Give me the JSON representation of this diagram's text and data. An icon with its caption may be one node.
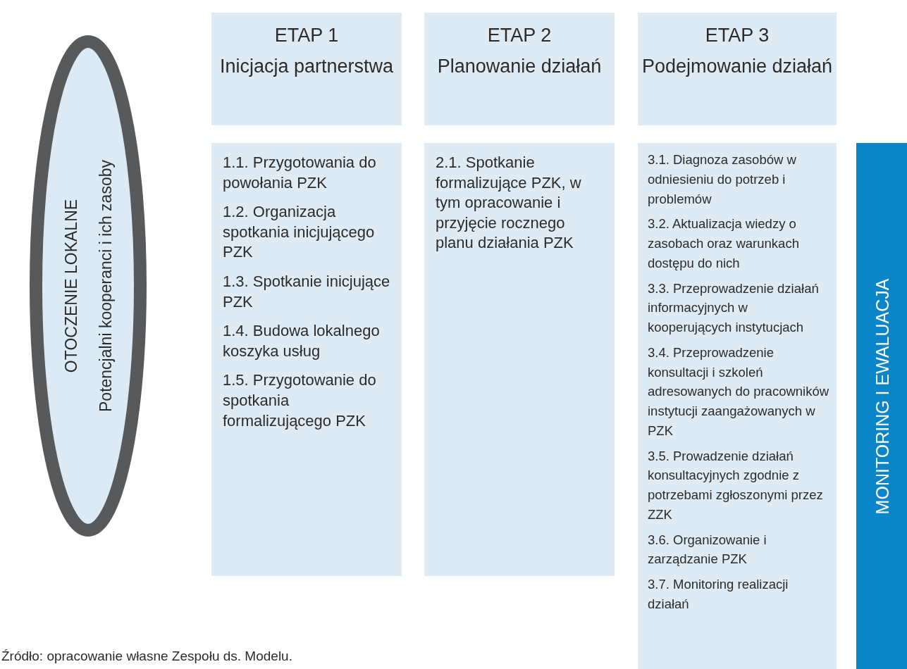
{
  "diagram": {
    "caption": "Źródło: opracowanie własne Zespołu ds. Modelu.",
    "nodes": [
      {
        "text": [
          "OTOCZENIE LOKALNE",
          "Potencjalni kooperanci i ich zasoby"
        ]
      },
      {
        "text": [
          "ETAP 1",
          "Inicjacja partnerstwa"
        ]
      },
      {
        "text": [
          "ETAP 2",
          "Planowanie działań"
        ]
      },
      {
        "text": [
          "ETAP 3",
          "Podejmowanie działań"
        ]
      },
      {
        "text": [
          "1.1. Przygotowania do powołania PZK",
          "1.2. Organizacja spotkania inicjującego PZK",
          "1.3. Spotkanie inicjujące PZK",
          "1.4. Budowa lokalnego koszyka usług",
          "1.5. Przygotowanie do spotkania formalizującego PZK"
        ]
      },
      {
        "text": [
          "2.1. Spotkanie formalizujące PZK, w tym opracowanie i przyjęcie rocznego planu działania PZK"
        ]
      },
      {
        "text": [
          "3.1. Diagnoza zasobów w odniesieniu do potrzeb i problemów",
          "3.2. Aktualizacja wiedzy o zasobach oraz warunkach dostępu do nich",
          "3.3. Przeprowadzenie działań informacyjnych w kooperujących instytucjach",
          "3.4. Przeprowadzenie konsultacji i szkoleń adresowanych do pracowników instytucji zaangażowanych w PZK",
          "3.5. Prowadzenie działań konsultacyjnych zgodnie z potrzebami zgłoszonymi przez ZZK",
          "3.6. Organizowanie i zarządzanie PZK",
          "3.7. Monitoring realizacji działań"
        ]
      },
      {
        "text": [
          "MONITORING I EWALUACJA"
        ]
      }
    ]
  }
}
